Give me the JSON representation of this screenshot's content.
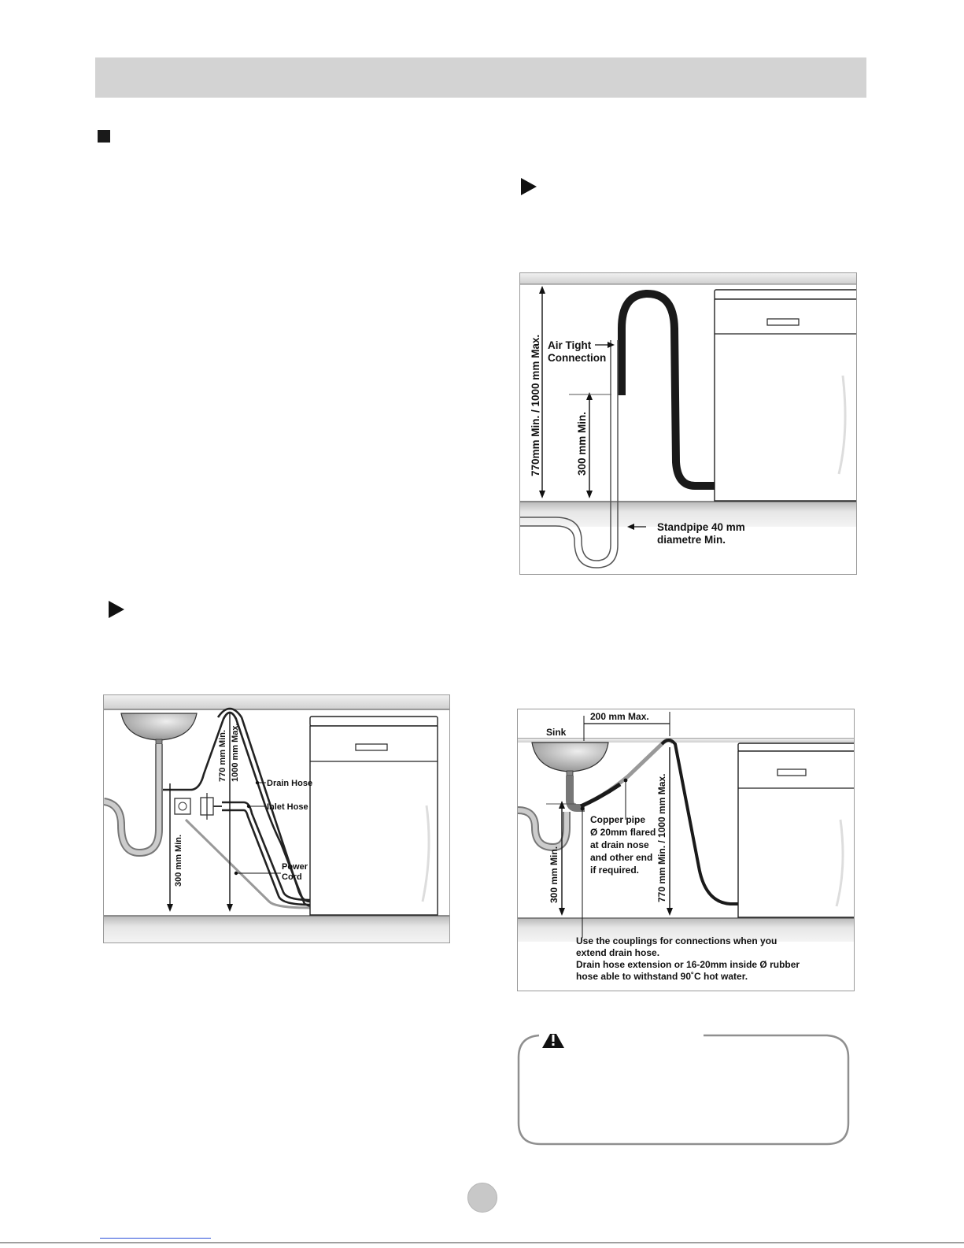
{
  "figure_standpipe": {
    "height_range": "770mm Min. / 1000 mm Max.",
    "air_tight_line1": "Air Tight",
    "air_tight_line2": "Connection",
    "min_height": "300 mm Min.",
    "standpipe_line1": "Standpipe 40 mm",
    "standpipe_line2": "diametre Min."
  },
  "figure_sink": {
    "min_height": "300 mm Min.",
    "range_line1": "770 mm Min.",
    "range_line2": "1000 mm Max.",
    "drain_hose": "Drain Hose",
    "inlet_hose": "Inlet Hose",
    "power_line1": "Power",
    "power_line2": "Cord"
  },
  "figure_extension": {
    "sink": "Sink",
    "max_distance": "200 mm Max.",
    "height_range": "770 mm Min. / 1000 mm Max.",
    "min_height": "300 mm Min.",
    "copper_lines": [
      "Copper pipe",
      "Ø 20mm flared",
      "at drain nose",
      "and other end",
      "if required."
    ],
    "note_lines": [
      "Use the couplings for connections when you",
      "extend drain hose.",
      "Drain hose extension or 16-20mm inside  Ø rubber",
      "hose able to withstand 90˚C hot water."
    ]
  },
  "colors": {
    "header_bar": "#d3d3d3",
    "floor": "#d9d9d9",
    "hose": "#1a1a1a"
  },
  "icons": [
    "section-square-icon",
    "triangle-bullet-icon",
    "warning-icon"
  ]
}
